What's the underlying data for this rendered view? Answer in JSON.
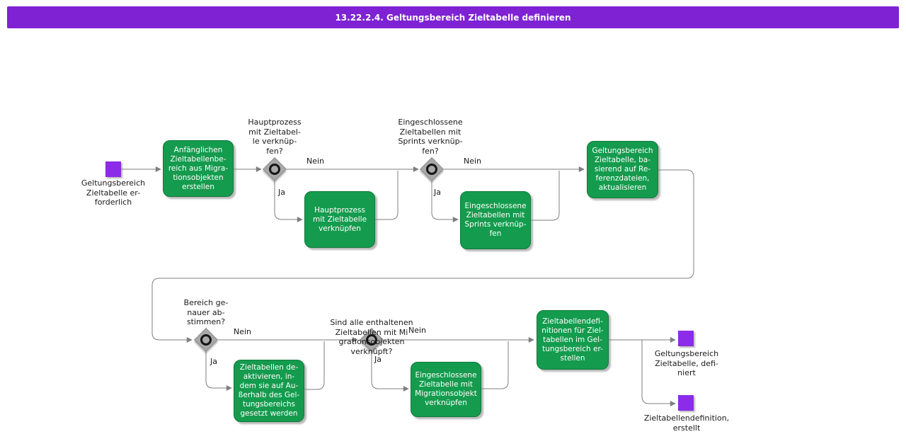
{
  "title": "13.22.2.4. Geltungsbereich Zieltabelle definieren",
  "colors": {
    "title_bar": "#7E22D3",
    "activity": "#159B4E",
    "activity_border": "#0E7A3C",
    "activity_text": "#FFFFFF",
    "event": "#8C2BE8",
    "gateway": "#A8A8A8",
    "line": "#7F7F7F"
  },
  "start_event": {
    "label": "Geltungsbereich\nZieltabelle er-\nforderlich"
  },
  "end_events": [
    {
      "label": "Geltungsbereich\nZieltabelle, defi-\nniert"
    },
    {
      "label": "Zieltabellendefinition,\nerstellt"
    }
  ],
  "activities": [
    {
      "label": "Anfänglichen\nZieltabellenbe-\nreich aus Migra-\ntionsobjekten\nerstellen"
    },
    {
      "label": "Hauptprozess\nmit Zieltabelle\nverknüpfen"
    },
    {
      "label": "Eingeschlossene\nZieltabellen mit\nSprints verknüp-\nfen"
    },
    {
      "label": "Geltungsbereich\nZieltabelle, ba-\nsierend auf Re-\nferenzdateien,\naktualisieren"
    },
    {
      "label": "Zieltabellen de-\naktivieren, in-\ndem sie auf Au-\nßerhalb des Gel-\ntungsbereichs\ngesetzt werden"
    },
    {
      "label": "Eingeschlossene\nZieltabelle mit\nMigrationsobjekt\nverknüpfen"
    },
    {
      "label": "Zieltabellendefi-\nnitionen für Ziel-\ntabellen im Gel-\ntungsbereich er-\nstellen"
    }
  ],
  "gateways": [
    {
      "question": "Hauptprozess\nmit Zieltabel-\nle verknüp-\nfen?",
      "yes_label": "Ja",
      "no_label": "Nein"
    },
    {
      "question": "Eingeschlossene\nZieltabellen mit\nSprints verknüp-\nfen?",
      "yes_label": "Ja",
      "no_label": "Nein"
    },
    {
      "question": "Bereich ge-\nnauer ab-\nstimmen?",
      "yes_label": "Ja",
      "no_label": "Nein"
    },
    {
      "question": "Sind alle enthaltenen\nZieltabellen mit Mi\ngrationsobjekten\nverknüpft?",
      "yes_label": "Ja",
      "no_label": "Nein"
    }
  ]
}
